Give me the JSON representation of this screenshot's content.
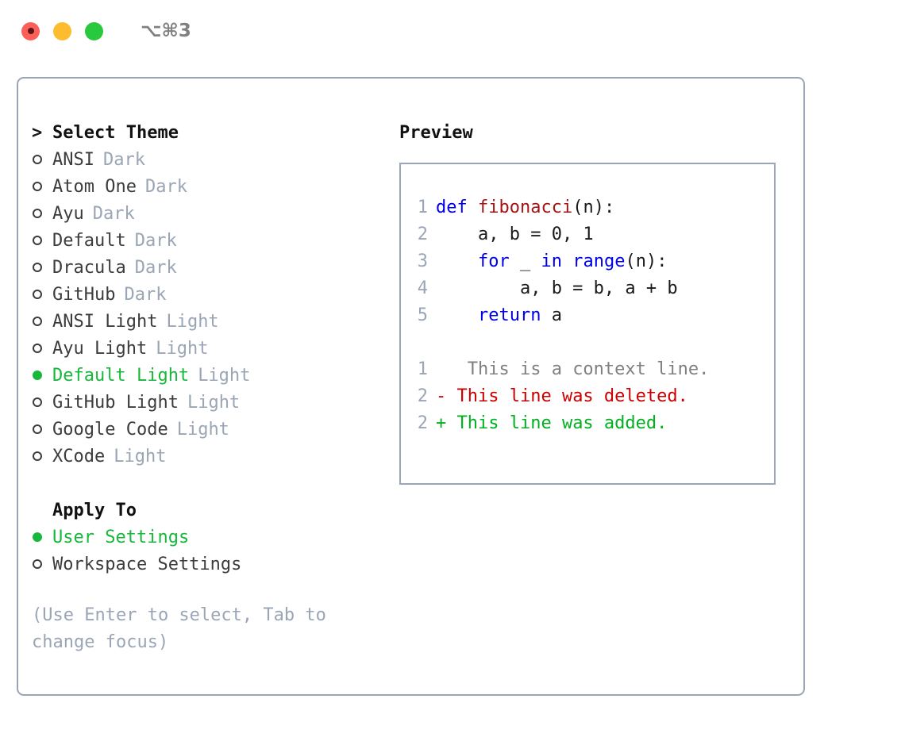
{
  "titlebar": {
    "shortcut": "⌥⌘3",
    "buttons": [
      {
        "name": "close",
        "color": "#fb5f57"
      },
      {
        "name": "minimize",
        "color": "#fcbc2e"
      },
      {
        "name": "maximize",
        "color": "#28c83f"
      }
    ]
  },
  "theme_panel": {
    "header": "Select Theme",
    "header_prefix": ">",
    "items": [
      {
        "label": "ANSI",
        "badge": "Dark",
        "selected": false
      },
      {
        "label": "Atom One",
        "badge": "Dark",
        "selected": false
      },
      {
        "label": "Ayu",
        "badge": "Dark",
        "selected": false
      },
      {
        "label": "Default",
        "badge": "Dark",
        "selected": false
      },
      {
        "label": "Dracula",
        "badge": "Dark",
        "selected": false
      },
      {
        "label": "GitHub",
        "badge": "Dark",
        "selected": false
      },
      {
        "label": "ANSI Light",
        "badge": "Light",
        "selected": false
      },
      {
        "label": "Ayu Light",
        "badge": "Light",
        "selected": false
      },
      {
        "label": "Default Light",
        "badge": "Light",
        "selected": true
      },
      {
        "label": "GitHub Light",
        "badge": "Light",
        "selected": false
      },
      {
        "label": "Google Code",
        "badge": "Light",
        "selected": false
      },
      {
        "label": "XCode",
        "badge": "Light",
        "selected": false
      }
    ]
  },
  "apply_to": {
    "header": "Apply To",
    "items": [
      {
        "label": "User Settings",
        "selected": true
      },
      {
        "label": "Workspace Settings",
        "selected": false
      }
    ]
  },
  "hint": "(Use Enter to select, Tab to change focus)",
  "preview": {
    "title": "Preview",
    "code_lines": [
      {
        "no": "1",
        "tokens": [
          {
            "t": "def ",
            "c": "kw"
          },
          {
            "t": "fibonacci",
            "c": "fn"
          },
          {
            "t": "(n):",
            "c": "pl"
          }
        ]
      },
      {
        "no": "2",
        "tokens": [
          {
            "t": "    a, b = 0, 1",
            "c": "pl"
          }
        ]
      },
      {
        "no": "3",
        "tokens": [
          {
            "t": "    ",
            "c": "pl"
          },
          {
            "t": "for",
            "c": "kw"
          },
          {
            "t": " _ ",
            "c": "pl"
          },
          {
            "t": "in",
            "c": "kw"
          },
          {
            "t": " ",
            "c": "pl"
          },
          {
            "t": "range",
            "c": "kw"
          },
          {
            "t": "(n):",
            "c": "pl"
          }
        ]
      },
      {
        "no": "4",
        "tokens": [
          {
            "t": "        a, b = b, a + b",
            "c": "pl"
          }
        ]
      },
      {
        "no": "5",
        "tokens": [
          {
            "t": "    ",
            "c": "pl"
          },
          {
            "t": "return",
            "c": "kw"
          },
          {
            "t": " a",
            "c": "pl"
          }
        ]
      }
    ],
    "diff_lines": [
      {
        "no": "1",
        "marker": " ",
        "text": "  This is a context line.",
        "c": "ctx"
      },
      {
        "no": "2",
        "marker": "-",
        "text": " This line was deleted.",
        "c": "del"
      },
      {
        "no": "2",
        "marker": "+",
        "text": " This line was added.",
        "c": "add"
      }
    ]
  },
  "colors": {
    "accent_green": "#18b83c",
    "muted": "#9aa5b5",
    "keyword_blue": "#0000e8",
    "function_red": "#a31515",
    "diff_delete": "#cc0000",
    "diff_add": "#00b020",
    "border": "#9aa5b5"
  }
}
